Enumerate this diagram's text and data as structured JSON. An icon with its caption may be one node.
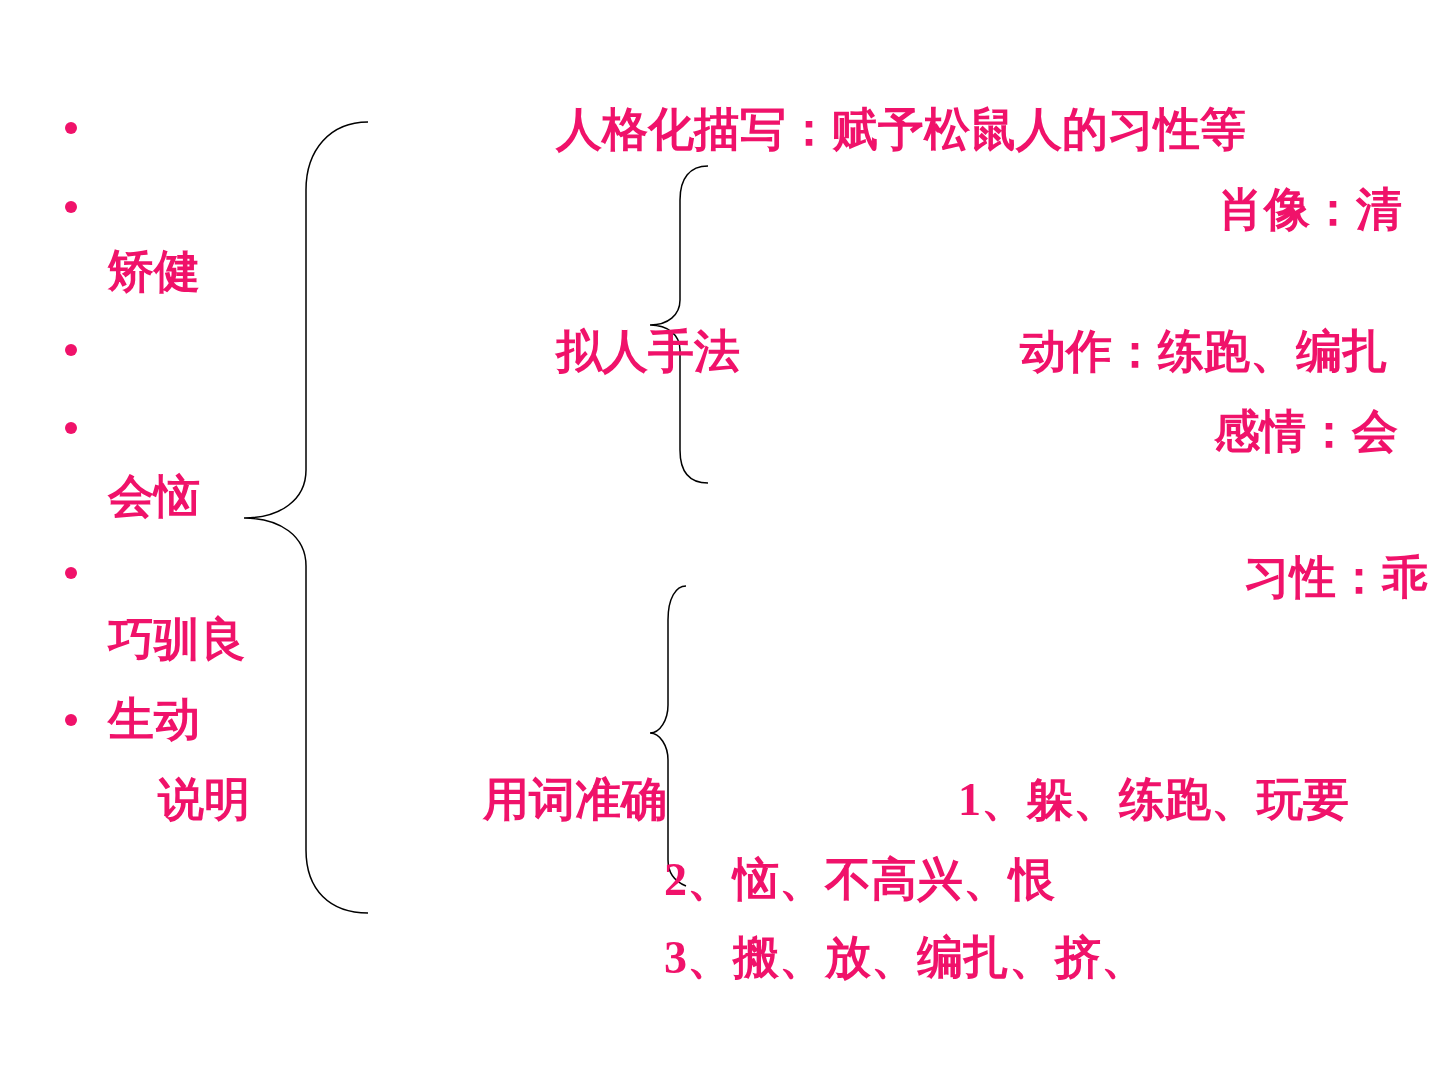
{
  "diagram": {
    "labels": [
      "人格化描写：赋予松鼠人的习性等",
      "肖像：清",
      "矫健",
      "拟人手法",
      "动作：练跑、编扎",
      "感情：会",
      "会恼",
      "习性：乖",
      "巧驯良",
      "生动",
      "说明",
      "用词准确",
      "1、躲、练跑、玩要",
      "2、恼、不高兴、恨",
      "3、搬、放、编扎、挤、"
    ]
  }
}
